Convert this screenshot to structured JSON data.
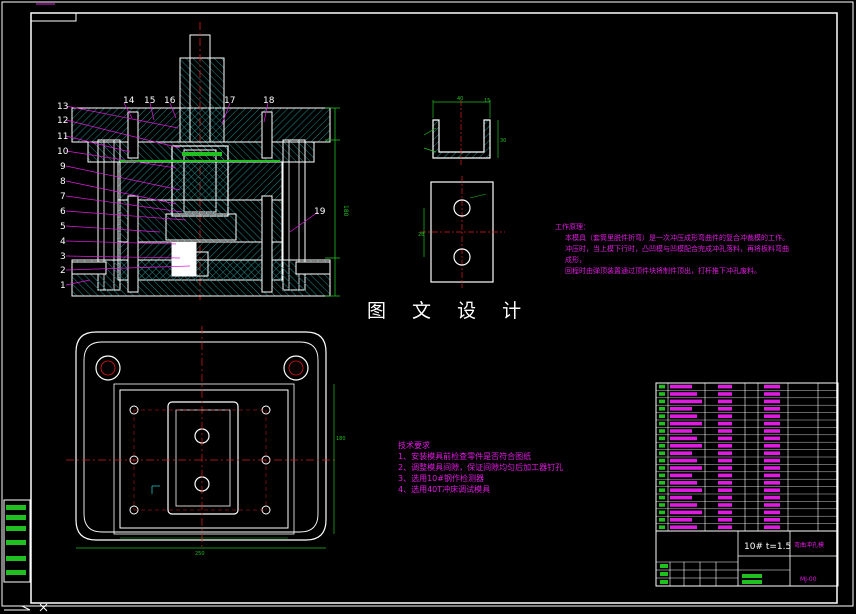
{
  "callouts_left": [
    "13",
    "12",
    "11",
    "10",
    "9",
    "8",
    "7",
    "6",
    "5",
    "4",
    "3",
    "2",
    "1"
  ],
  "callouts_top": [
    "14",
    "15",
    "16",
    "17",
    "18"
  ],
  "callout_right": "19",
  "watermark": "图 文 设 计",
  "tech_requirements": {
    "title": "技术要求",
    "items": [
      "1、安装模具前检查零件是否符合图纸",
      "2、调整模具间隙，保证间隙均匀后加工器钉孔",
      "3、选用10#钢作检测器",
      "4、选用40T冲床调试模具"
    ]
  },
  "work_note": {
    "title": "工作原理：",
    "lines": [
      "本模具（套筒里脱件折弯）是一次冲压成形弯曲件的复合冲裁模的工作。",
      "冲压时，当上模下行时，凸凹模与凹模配合完成冲孔落料，再将板料弯曲成形，",
      "回程时由弹顶装置通过顶件块将制件顶出，打杆推下冲孔废料。"
    ]
  },
  "material_label": "10# t=1.5",
  "drawing_title": "弯曲冲孔模",
  "drawing_code": "MJ-00",
  "dims": {
    "part_width": "40",
    "part_height": "30",
    "part_flange": "15",
    "hole_pitch": "28",
    "base_width": "250",
    "base_depth": "180",
    "die_height": "180"
  }
}
